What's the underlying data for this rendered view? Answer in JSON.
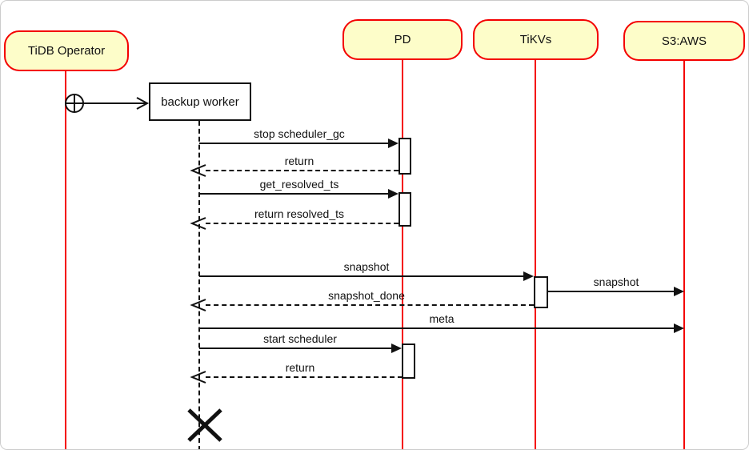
{
  "participants": [
    {
      "label": "TiDB Operator"
    },
    {
      "label": "PD"
    },
    {
      "label": "TiKVs"
    },
    {
      "label": "S3:AWS"
    }
  ],
  "worker": {
    "label": "backup worker"
  },
  "messages": [
    {
      "label": "stop scheduler_gc",
      "from": "backup worker",
      "to": "PD",
      "style": "solid"
    },
    {
      "label": "return",
      "from": "PD",
      "to": "backup worker",
      "style": "dashed"
    },
    {
      "label": "get_resolved_ts",
      "from": "backup worker",
      "to": "PD",
      "style": "solid"
    },
    {
      "label": "return resolved_ts",
      "from": "PD",
      "to": "backup worker",
      "style": "dashed"
    },
    {
      "label": "snapshot",
      "from": "backup worker",
      "to": "TiKVs",
      "style": "solid"
    },
    {
      "label": "snapshot",
      "from": "TiKVs",
      "to": "S3:AWS",
      "style": "solid"
    },
    {
      "label": "snapshot_done",
      "from": "TiKVs",
      "to": "backup worker",
      "style": "dashed"
    },
    {
      "label": "meta",
      "from": "backup worker",
      "to": "S3:AWS",
      "style": "solid"
    },
    {
      "label": "start scheduler",
      "from": "backup worker",
      "to": "PD",
      "style": "solid"
    },
    {
      "label": "return",
      "from": "PD",
      "to": "backup worker",
      "style": "dashed"
    }
  ],
  "notation": {
    "creation_symbol": "circle-plus",
    "destruction_symbol": "x-cross",
    "destroyed_lifeline": "backup worker"
  },
  "colors": {
    "participant_fill": "#FDFDC9",
    "participant_border": "#F40000",
    "lifeline_red": "#F40000",
    "line_black": "#111111",
    "frame_border": "#CCCCCC",
    "background": "#FFFFFF"
  }
}
